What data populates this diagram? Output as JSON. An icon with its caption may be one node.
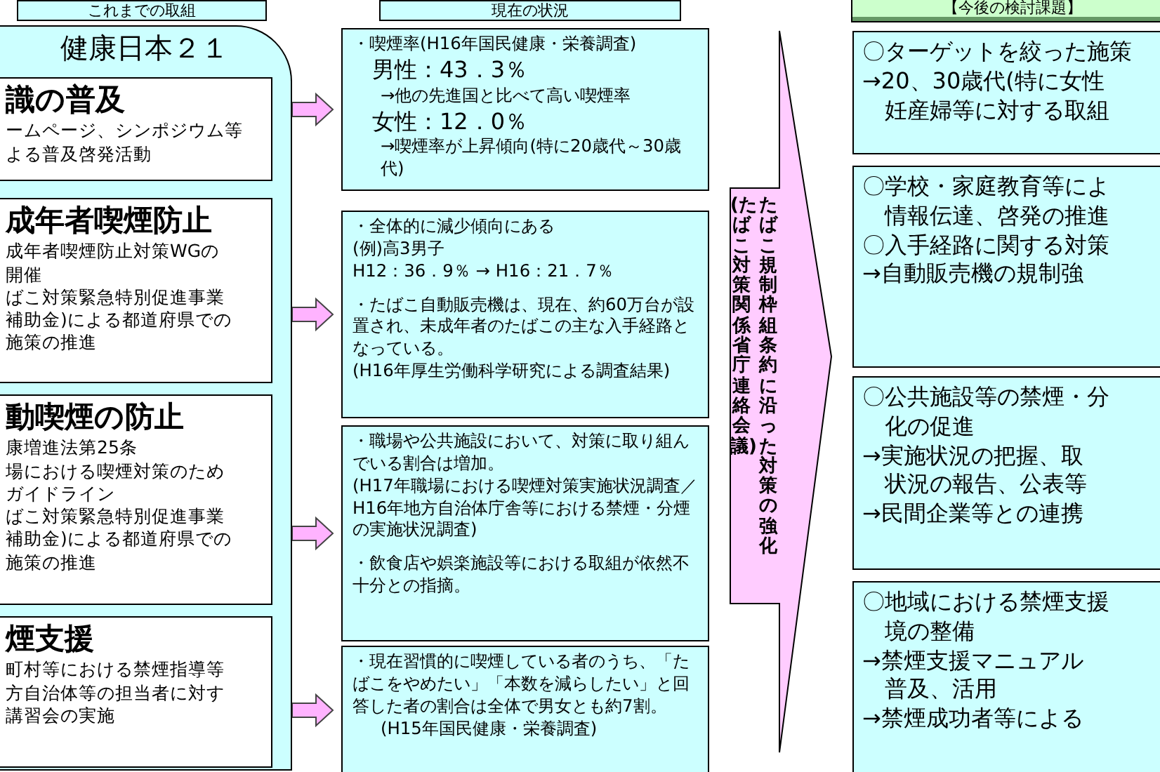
{
  "diagram": {
    "nodes": [
      {
        "text": [
          "これまでの取組"
        ]
      },
      {
        "text": [
          "健康日本２１"
        ]
      },
      {
        "text": [
          "識の普及",
          "ームページ、シンポジウム等",
          "よる普及啓発活動"
        ],
        "in": 1
      },
      {
        "text": [
          "成年者喫煙防止",
          "成年者喫煙防止対策WGの",
          "開催",
          "ばこ対策緊急特別促進事業",
          "補助金)による都道府県での",
          "施策の推進"
        ],
        "in": 1
      },
      {
        "text": [
          "動喫煙の防止",
          "康増進法第25条",
          "場における喫煙対策のため",
          "ガイドライン",
          "ばこ対策緊急特別促進事業",
          "補助金)による都道府県での",
          "施策の推進"
        ],
        "in": 1
      },
      {
        "text": [
          "煙支援",
          "町村等における禁煙指導等",
          "方自治体等の担当者に対す",
          "講習会の実施"
        ],
        "in": 1
      },
      {
        "text": [
          "現在の状況"
        ]
      },
      {
        "text": [
          "・喫煙率(H16年国民健康・栄養調査)",
          "男性：43．3％",
          "→他の先進国と比べて高い喫煙率",
          "女性：12．0％",
          "→喫煙率が上昇傾向(特に20歳代～30歳代)"
        ]
      },
      {
        "text": [
          "・全体的に減少傾向にある",
          "(例)高3男子",
          "H12：36．9％ → H16：21．7％",
          "・たばこ自動販売機は、現在、約60万台が設置され、未成年者のたばこの主な入手経路となっている。",
          "(H16年厚生労働科学研究による調査結果)"
        ]
      },
      {
        "text": [
          "・職場や公共施設において、対策に取り組んでいる割合は増加。",
          "(H17年職場における喫煙対策実施状況調査／H16年地方自治体庁舎等における禁煙・分煙の実施状況調査)",
          "・飲食店や娯楽施設等における取組が依然不十分との指摘。"
        ]
      },
      {
        "text": [
          "・現在習慣的に喫煙している者のうち、「たばこをやめたい」「本数を減らしたい」と回答した者の割合は全体で男女とも約7割。",
          "(H15年国民健康・栄養調査)"
        ]
      },
      {
        "text": [
          "(たばこ対策関係省庁連絡会議)",
          "たばこ規制枠組条約に沿った対策の強化"
        ]
      },
      {
        "text": [
          "【今後の検討課題】"
        ]
      },
      {
        "text": [
          "〇ターゲットを絞った施策",
          "→20、30歳代(特に女性",
          "妊産婦等に対する取組"
        ]
      },
      {
        "text": [
          "〇学校・家庭教育等によ",
          "情報伝達、啓発の推進",
          "〇入手経路に関する対策",
          "→自動販売機の規制強"
        ]
      },
      {
        "text": [
          "〇公共施設等の禁煙・分",
          "化の促進",
          "→実施状況の把握、取",
          "状況の報告、公表等",
          "→民間企業等との連携"
        ]
      },
      {
        "text": [
          "〇地域における禁煙支援",
          "境の整備",
          "→禁煙支援マニュアル",
          "普及、活用",
          "→禁煙成功者等による"
        ]
      }
    ],
    "edges": [
      {
        "from": 1,
        "to": 7,
        "arrow": "to"
      },
      {
        "from": 1,
        "to": 8,
        "arrow": "to"
      },
      {
        "from": 1,
        "to": 9,
        "arrow": "to"
      },
      {
        "from": 1,
        "to": 10,
        "arrow": "to"
      }
    ]
  }
}
